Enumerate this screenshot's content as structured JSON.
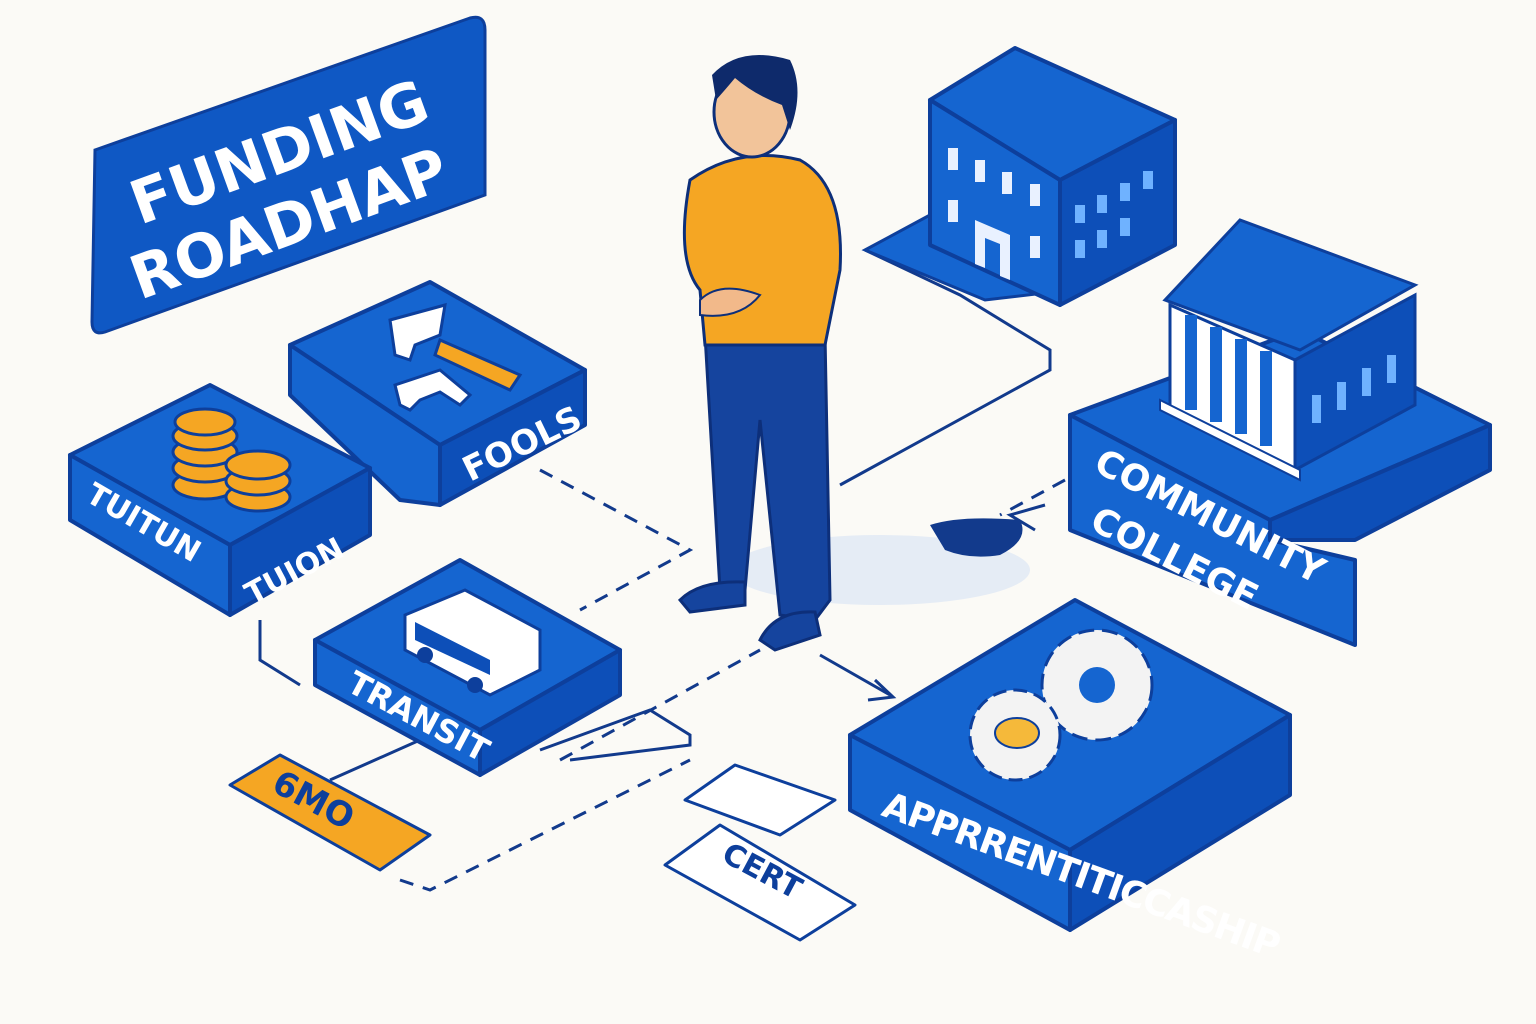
{
  "title": {
    "line1": "FUNDING",
    "line2": "ROADHAP"
  },
  "blocks": {
    "tools": {
      "label": "FOOLS",
      "icon": "tools-icon"
    },
    "tuition": {
      "label_left": "TUITUN",
      "label_right": "TUION",
      "icon": "coins-icon"
    },
    "transit": {
      "label": "TRANSIT",
      "icon": "bus-icon"
    },
    "community_college": {
      "line1": "COMMUNITY",
      "line2": "COLLEGE",
      "icon": "college-building-icon"
    },
    "apprenticeship": {
      "label": "APPRRENTITICCASHIP",
      "icon": "gears-icon"
    },
    "office": {
      "icon": "office-building-icon"
    }
  },
  "tags": {
    "duration": "6MO",
    "cert": "CERT"
  },
  "colors": {
    "blue": "#1565d0",
    "dark_blue": "#0d3f9c",
    "orange": "#f5a623",
    "background": "#fbfaf6"
  }
}
